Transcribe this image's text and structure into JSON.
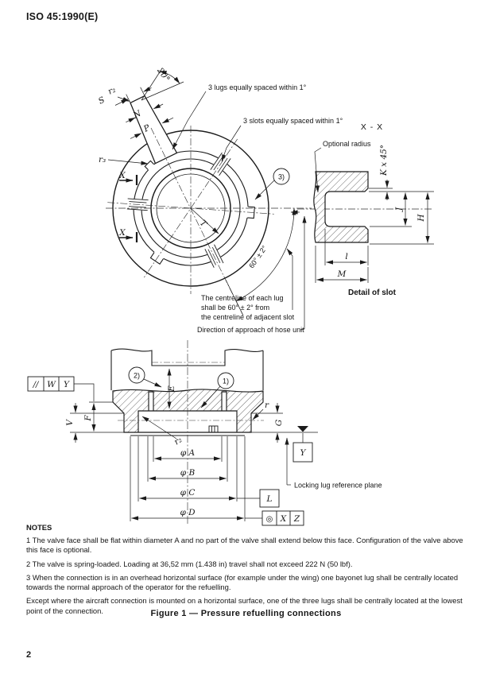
{
  "header": {
    "title": "ISO 45:1990(E)"
  },
  "colors": {
    "ink": "#1b1b1b",
    "paper": "#ffffff"
  },
  "top_view": {
    "lugs_note": "3 lugs equally spaced within 1°",
    "slots_note": "3 slots equally spaced within 1°",
    "label_20deg": "20°",
    "label_s": "S",
    "label_r2": "r₂",
    "label_n": "N",
    "label_p": "P",
    "label_r3": "r₃",
    "label_t": "T",
    "label_x_upper": "X",
    "label_x_lower": "X",
    "balloon_3": "3)",
    "angle_60": "60° ± 2°",
    "centreline_note_line1": "The centreline of each lug",
    "centreline_note_line2": "shall be 60° ± 2° from",
    "centreline_note_line3": "the centreline of adjacent slot",
    "direction_note": "Direction of approach of hose unit"
  },
  "slot_detail": {
    "title": "X - X",
    "optional_radius": "Optional radius",
    "chamfer": "K x 45°",
    "dim_j": "J",
    "dim_h": "H",
    "dim_l": "l",
    "dim_m": "M",
    "caption": "Detail of slot"
  },
  "section_view": {
    "fcf_parallelism": {
      "symbol": "//",
      "tolerance": "W",
      "datum": "Y"
    },
    "balloon_1": "1)",
    "balloon_2": "2)",
    "dim_e": "E",
    "dim_v": "V",
    "dim_f": "F",
    "dim_g": "G",
    "label_r": "r",
    "label_r2": "r₂",
    "datum_y": "Y",
    "locking_note": "Locking lug reference plane",
    "dia_a": "φ A",
    "dia_b": "φ B",
    "dia_c": "φ C",
    "dia_d": "φ D",
    "box_l": "L",
    "fcf_concentricity": {
      "symbol": "◎",
      "tolerance": "X",
      "datum": "Z"
    }
  },
  "notes": {
    "title": "NOTES",
    "note1": "1   The valve face shall be flat within diameter A and no part of the valve shall extend below this face. Configuration of the valve above this face is optional.",
    "note2": "2   The valve is spring-loaded. Loading at 36,52 mm (1.438 in) travel shall not exceed 222 N (50 lbf).",
    "note3": "3   When the connection is in an overhead horizontal surface (for example under the wing) one bayonet lug shall be centrally located towards the normal approach of the operator for the refuelling.",
    "closing": "Except where the aircraft connection is mounted on a horizontal surface, one of the three lugs shall be centrally located at the lowest point of the connection."
  },
  "caption": "Figure 1  —  Pressure refuelling connections",
  "page_number": "2"
}
